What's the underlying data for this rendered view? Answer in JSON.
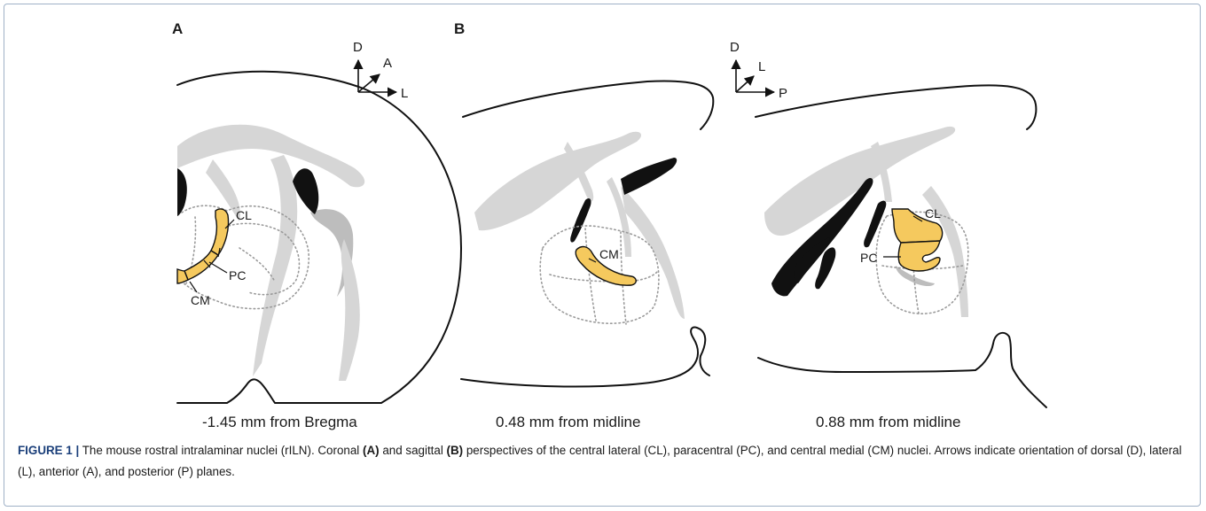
{
  "panels": {
    "a": {
      "label": "A",
      "subcaption": "-1.45 mm from Bregma",
      "labels": {
        "cl": "CL",
        "pc": "PC",
        "cm": "CM"
      },
      "axes": {
        "d": "D",
        "a": "A",
        "l": "L"
      }
    },
    "b": {
      "label": "B",
      "left_subcaption": "0.48 mm from midline",
      "right_subcaption": "0.88 mm from midline",
      "labels": {
        "cm": "CM",
        "cl": "CL",
        "pc": "PC"
      },
      "axes": {
        "d": "D",
        "l": "L",
        "p": "P"
      }
    }
  },
  "caption": {
    "heading": "FIGURE 1 |",
    "part1": " The mouse rostral intralaminar nuclei (rILN). Coronal ",
    "ref_a": "(A)",
    "part2": " and sagittal ",
    "ref_b": "(B)",
    "part3": " perspectives of the central lateral (CL), paracentral (PC), and central medial (CM) nuclei. Arrows indicate orientation of dorsal (D), lateral (L), anterior (A), and posterior (P) planes."
  },
  "colors": {
    "nucleus_fill": "#f5c95e",
    "white_matter_light": "#d6d6d6",
    "white_matter_dark": "#bdbdbd",
    "ventricle": "#111111",
    "caption_heading": "#1b3f7a",
    "frame_border": "#9fb1c7"
  }
}
